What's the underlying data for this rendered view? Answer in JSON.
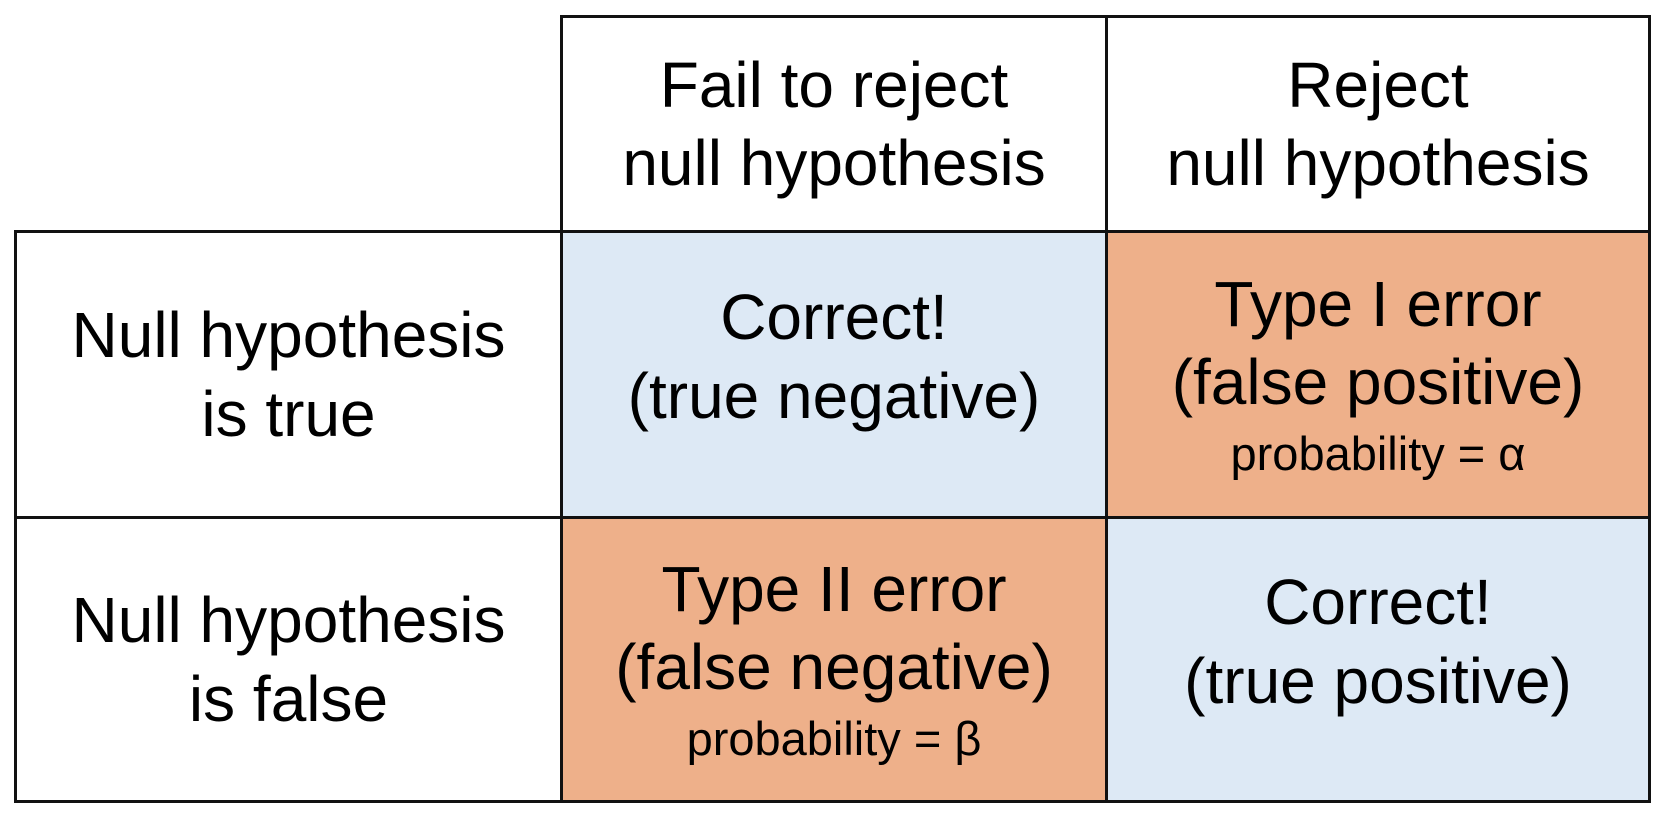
{
  "colors": {
    "correct": "#dde9f5",
    "error": "#eeb08a",
    "border": "#111111",
    "header": "#ffffff"
  },
  "columns": [
    {
      "line1": "Fail to reject",
      "line2": "null hypothesis"
    },
    {
      "line1": "Reject",
      "line2": "null hypothesis"
    }
  ],
  "rows": [
    {
      "line1": "Null hypothesis",
      "line2": "is true"
    },
    {
      "line1": "Null hypothesis",
      "line2": "is false"
    }
  ],
  "cells": {
    "true_negative": {
      "line1": "Correct!",
      "line2": "(true negative)"
    },
    "type_one": {
      "line1": "Type I error",
      "line2": "(false positive)",
      "probability": "probability = α"
    },
    "type_two": {
      "line1": "Type II error",
      "line2": "(false negative)",
      "probability": "probability = β"
    },
    "true_positive": {
      "line1": "Correct!",
      "line2": "(true positive)"
    }
  }
}
